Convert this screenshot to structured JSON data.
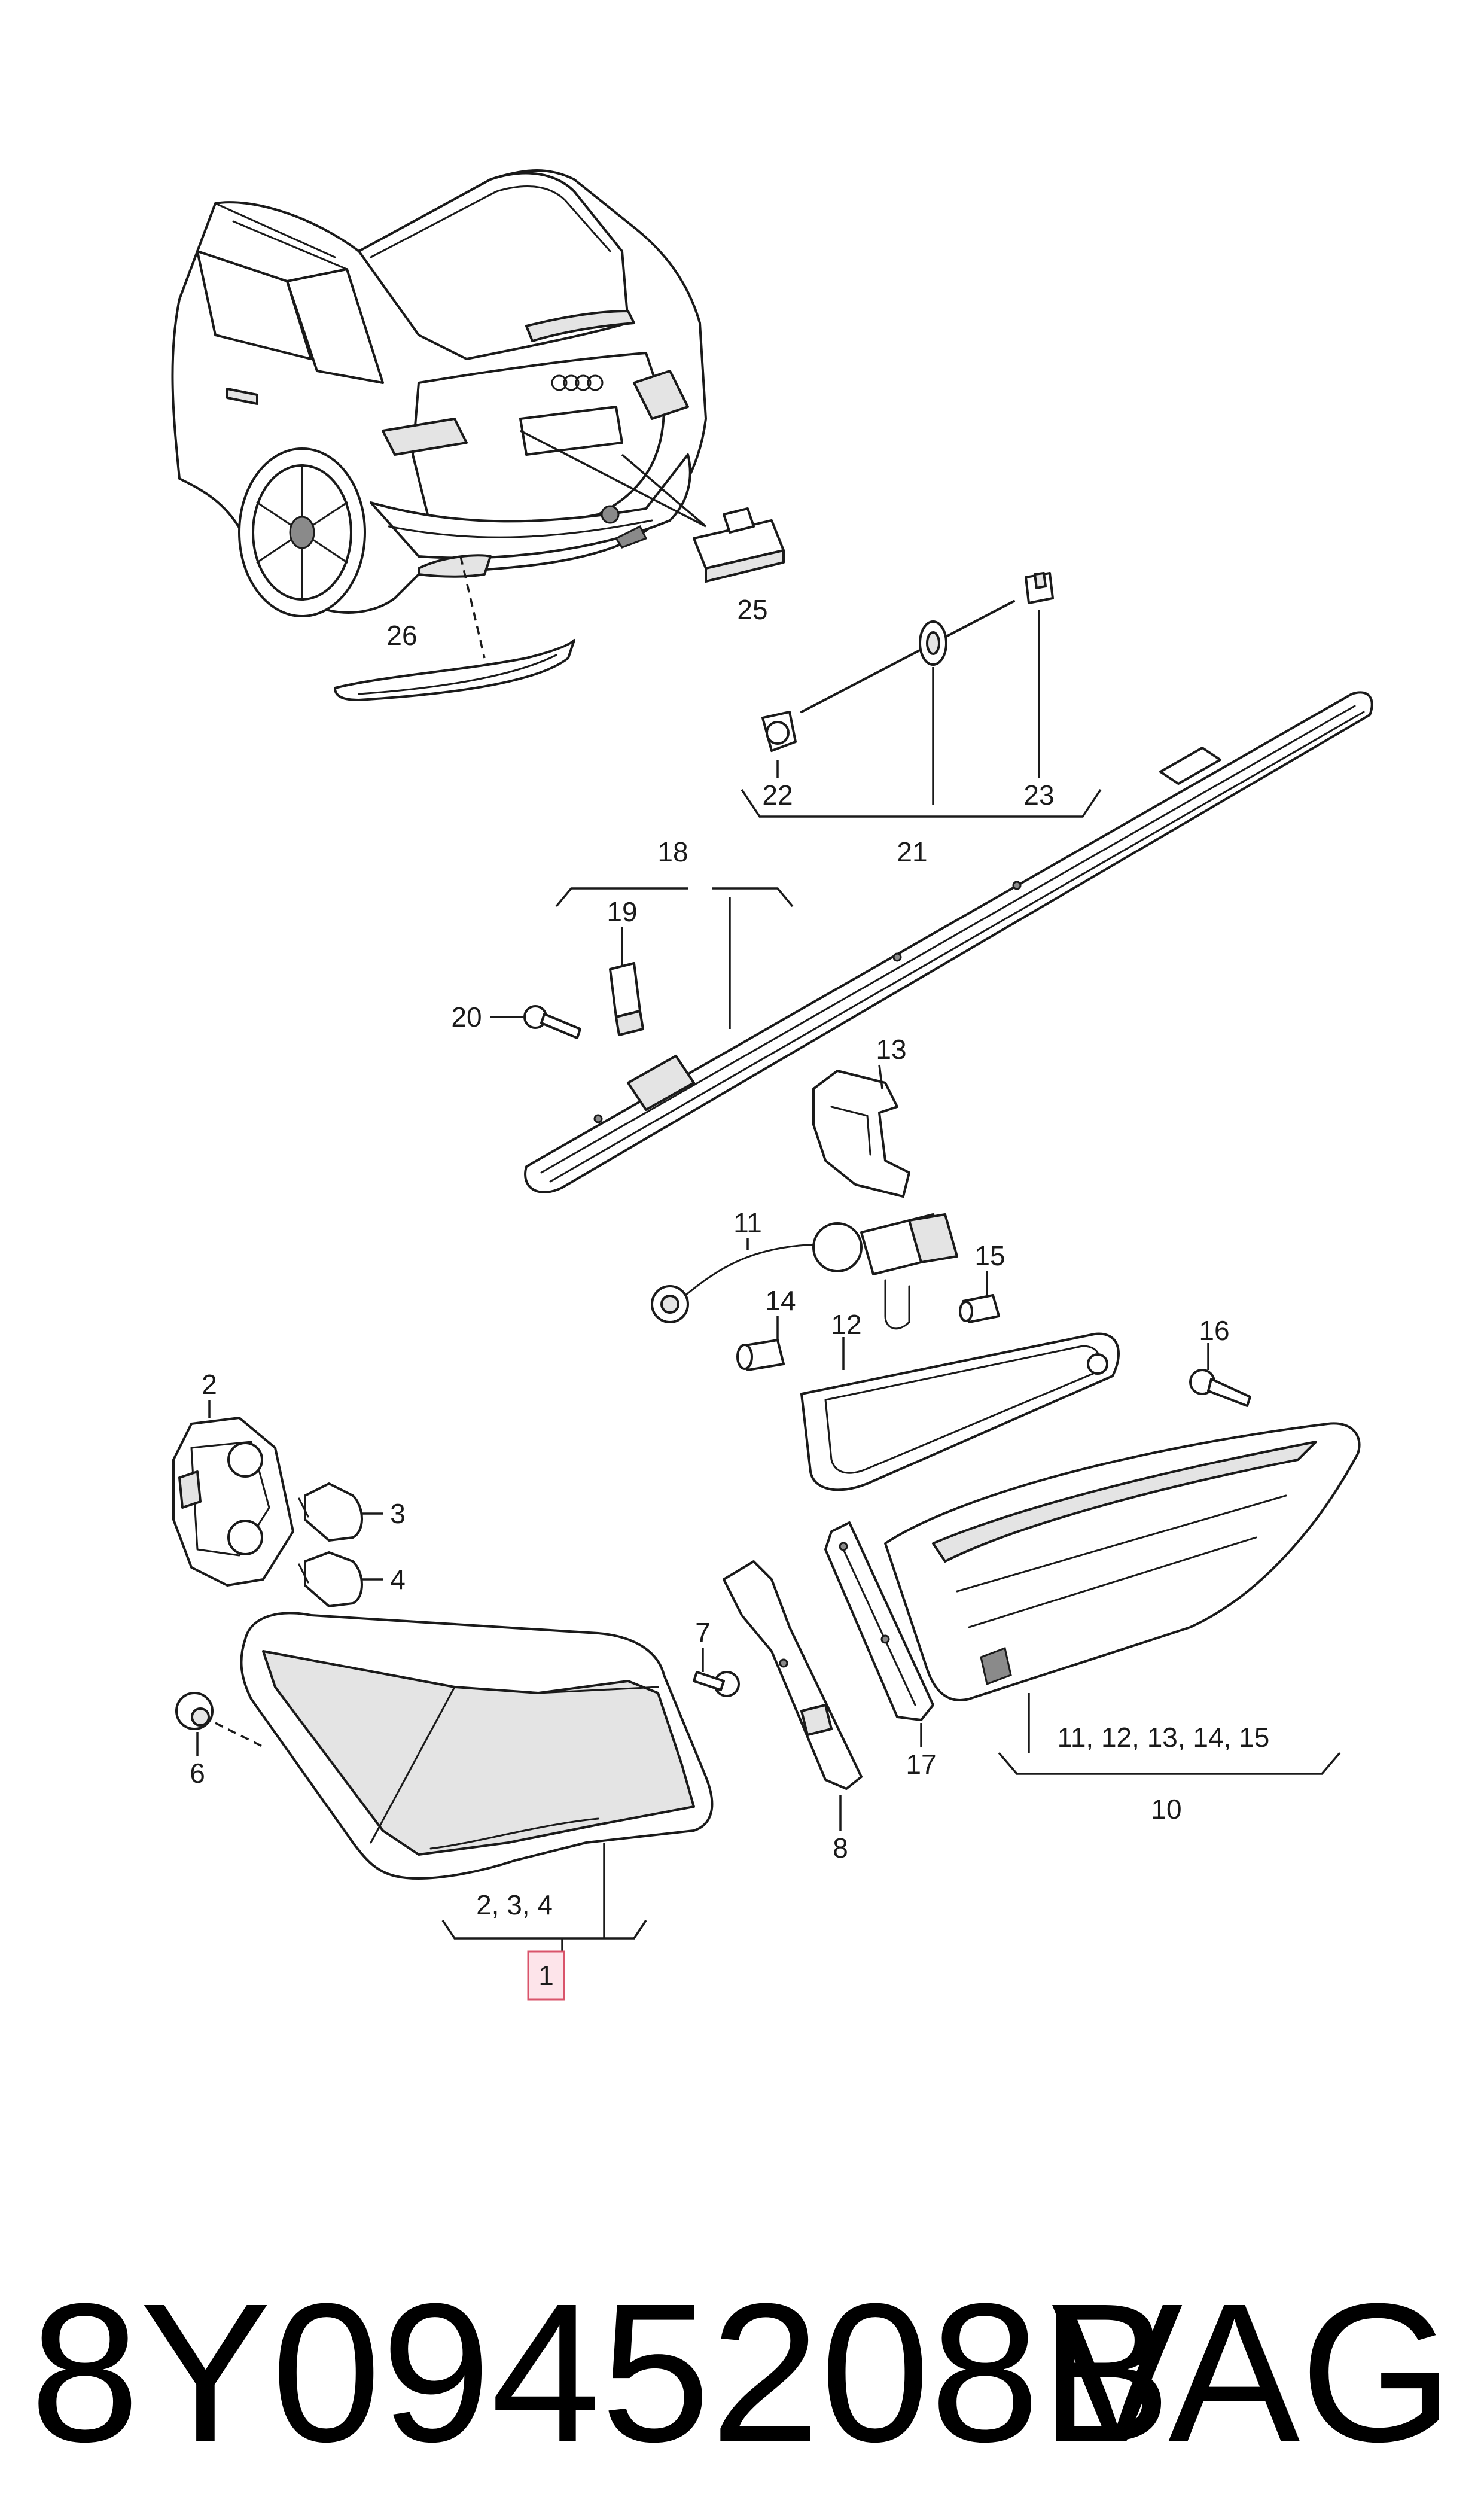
{
  "diagram": {
    "callouts": {
      "c1": "1",
      "c2": "2",
      "c3": "3",
      "c4": "4",
      "c6": "6",
      "c7": "7",
      "c8": "8",
      "c10": "10",
      "c11": "11",
      "c12": "12",
      "c13": "13",
      "c14": "14",
      "c15": "15",
      "c16": "16",
      "c17": "17",
      "c18": "18",
      "c19": "19",
      "c20": "20",
      "c21": "21",
      "c22": "22",
      "c23": "23",
      "c25": "25",
      "c26": "26",
      "group_1": "2, 3, 4",
      "group_10": "11, 12, 13, 14, 15"
    },
    "highlighted_callout": "1"
  },
  "footer": {
    "part_number": "8Y0945208B",
    "brand": "VAG"
  },
  "colors": {
    "line": "#1a1a1a",
    "highlight_fill": "#fde4ea",
    "highlight_border": "#d9546b"
  }
}
